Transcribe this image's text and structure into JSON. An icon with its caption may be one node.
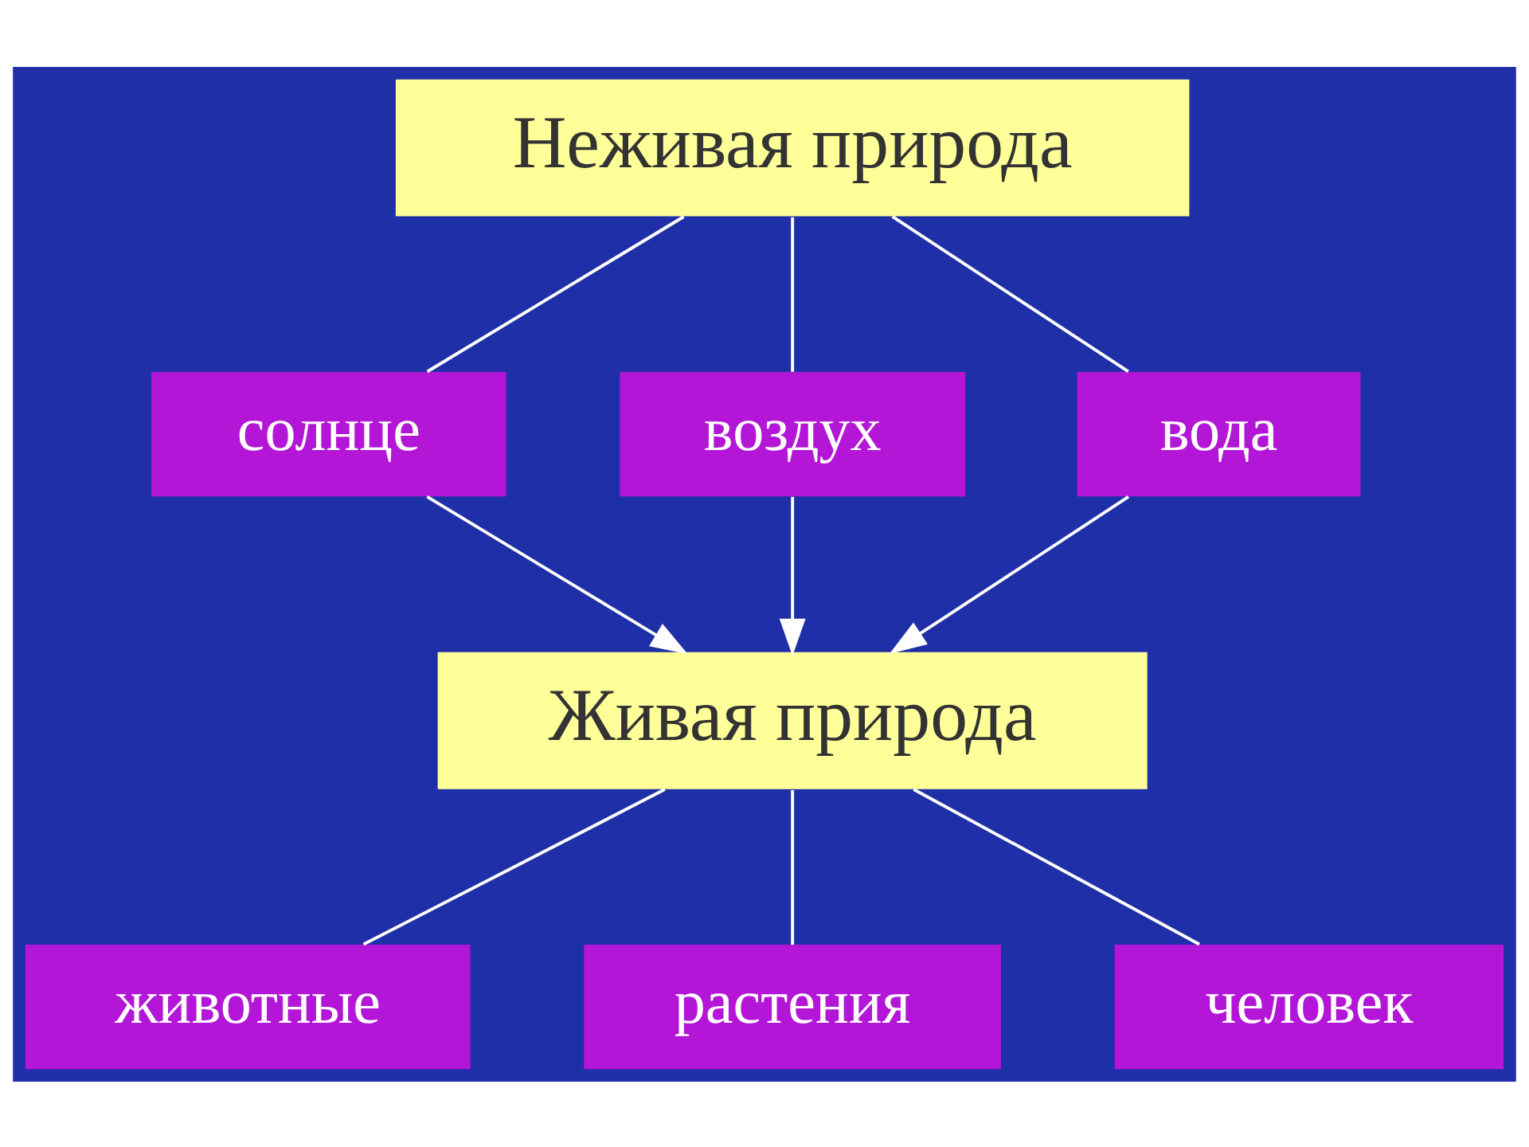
{
  "diagram": {
    "nodes": [
      {
        "text": [
          "Неживая природа"
        ]
      },
      {
        "text": [
          "солнце"
        ]
      },
      {
        "text": [
          "воздух"
        ]
      },
      {
        "text": [
          "вода"
        ]
      },
      {
        "text": [
          "Живая природа"
        ]
      },
      {
        "text": [
          "животные"
        ]
      },
      {
        "text": [
          "растения"
        ]
      },
      {
        "text": [
          "человек"
        ]
      }
    ],
    "edges": [
      {
        "from": 0,
        "to": 1,
        "arrow": "none"
      },
      {
        "from": 0,
        "to": 2,
        "arrow": "none"
      },
      {
        "from": 0,
        "to": 3,
        "arrow": "none"
      },
      {
        "from": 1,
        "to": 4,
        "arrow": "to"
      },
      {
        "from": 2,
        "to": 4,
        "arrow": "to"
      },
      {
        "from": 3,
        "to": 4,
        "arrow": "to"
      },
      {
        "from": 4,
        "to": 5,
        "arrow": "none"
      },
      {
        "from": 4,
        "to": 6,
        "arrow": "none"
      },
      {
        "from": 4,
        "to": 7,
        "arrow": "none"
      }
    ]
  }
}
